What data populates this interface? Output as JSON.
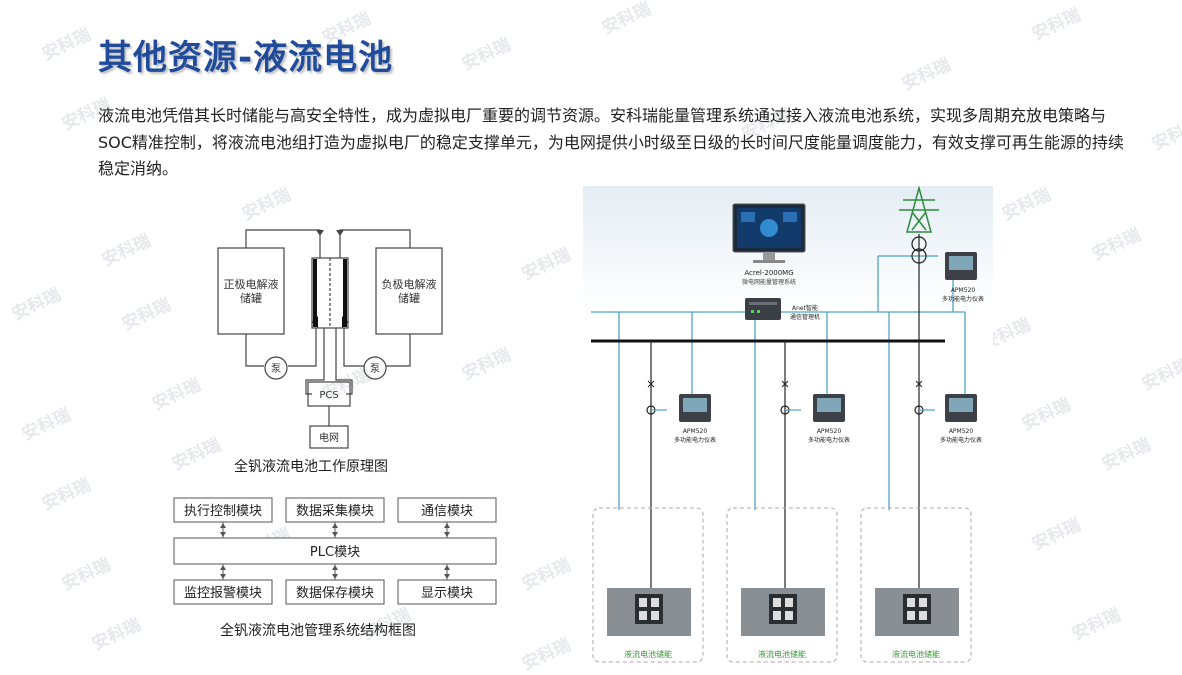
{
  "header": {
    "title": "其他资源-液流电池"
  },
  "intro": {
    "text": "液流电池凭借其长时储能与高安全特性，成为虚拟电厂重要的调节资源。安科瑞能量管理系统通过接入液流电池系统，实现多周期充放电策略与SOC精准控制，将液流电池组打造为虚拟电厂的稳定支撑单元，为电网提供小时级至日级的长时间尺度能量调度能力，有效支撑可再生能源的持续稳定消纳。"
  },
  "watermark": "安科瑞",
  "principle_diagram": {
    "positive_tank": [
      "正极电解液",
      "储罐"
    ],
    "negative_tank": [
      "负极电解液",
      "储罐"
    ],
    "pump": "泵",
    "pcs": "PCS",
    "grid": "电网",
    "caption": "全钒液流电池工作原理图"
  },
  "structure_diagram": {
    "top_modules": [
      "执行控制模块",
      "数据采集模块",
      "通信模块"
    ],
    "center_module": "PLC模块",
    "bottom_modules": [
      "监控报警模块",
      "数据保存模块",
      "显示模块"
    ],
    "caption": "全钒液流电池管理系统结构框图"
  },
  "system_diagram": {
    "platform_name": "Acrel-2000MG",
    "platform_desc": "微电网能量管理系统",
    "gateway_name": "Anet智能",
    "gateway_desc": "通信管理机",
    "meter_model": "APM520",
    "meter_desc": "多功能电力仪表",
    "storage_label": "液流电池储能",
    "colors": {
      "comm_line": "#4da3c7",
      "power_line": "#111111",
      "storage_text": "#3a9a3a",
      "tower": "#2e8b3e"
    }
  }
}
